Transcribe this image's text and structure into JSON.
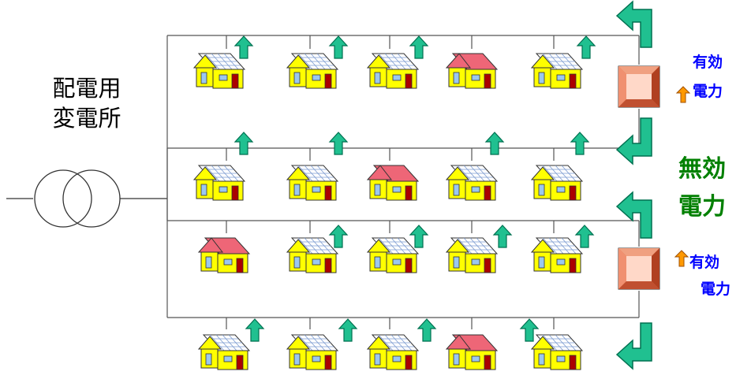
{
  "substation": {
    "label_line1": "配電用",
    "label_line2": "変電所"
  },
  "labels": {
    "active_power_top_line1": "有効",
    "active_power_top_line2": "電力",
    "reactive_power_line1": "無効",
    "reactive_power_line2": "電力",
    "active_power_bottom_line1": "有効",
    "active_power_bottom_line2": "電力"
  },
  "colors": {
    "line": "#555555",
    "house_wall": "#ffff00",
    "house_roof_pv": "#ffffff",
    "house_roof_plain": "#ee6677",
    "house_door": "#aa0000",
    "house_window": "#9bc8ef",
    "arrow_green": "#00a080",
    "arrow_green_fill": "#20c090",
    "arrow_orange": "#ff9900",
    "device_outer": "#e07040",
    "device_inner": "#ffd8c8",
    "active_power_text": "#0000ff",
    "reactive_power_text": "#008000"
  },
  "feeders": [
    {
      "name": "feeder-1",
      "houses": [
        "pv",
        "pv",
        "pv",
        "plain",
        "pv"
      ]
    },
    {
      "name": "feeder-2",
      "houses": [
        "pv",
        "pv",
        "plain",
        "pv",
        "pv"
      ]
    },
    {
      "name": "feeder-3",
      "houses": [
        "plain",
        "pv",
        "pv",
        "pv",
        "pv"
      ]
    },
    {
      "name": "feeder-4",
      "houses": [
        "pv",
        "pv",
        "pv",
        "plain",
        "pv"
      ]
    }
  ]
}
